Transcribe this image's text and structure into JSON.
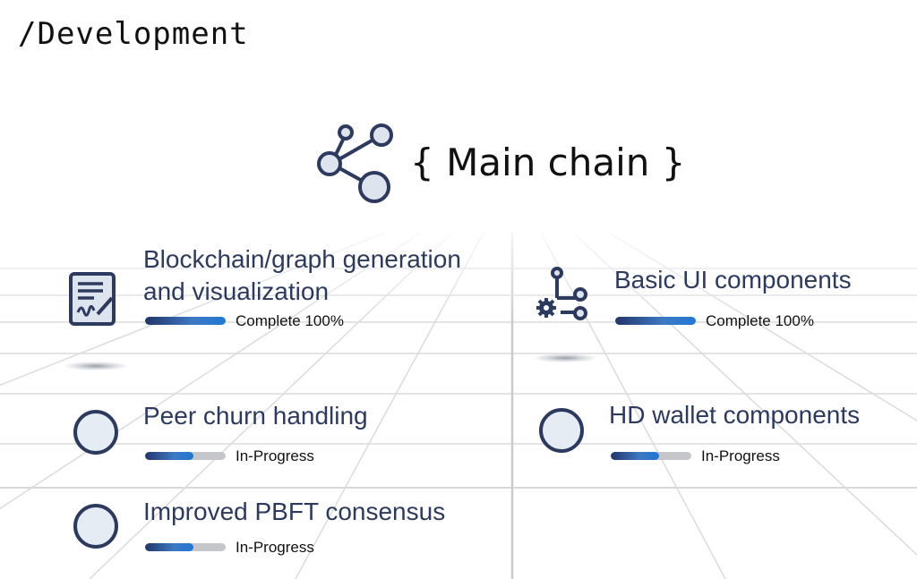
{
  "header": {
    "title": "/Development"
  },
  "section": {
    "title": "{ Main chain }",
    "icon": "share-nodes-icon"
  },
  "items": [
    {
      "title_line1": "Blockchain/graph generation",
      "title_line2": "and visualization",
      "status": "Complete 100%",
      "progress": 1.0,
      "icon": "document-signature-icon"
    },
    {
      "title_line1": "Basic UI components",
      "status": "Complete 100%",
      "progress": 1.0,
      "icon": "gear-workflow-icon"
    },
    {
      "title_line1": "Peer churn handling",
      "status": "In-Progress",
      "progress": 0.6,
      "icon": "ring-icon"
    },
    {
      "title_line1": "HD wallet components",
      "status": "In-Progress",
      "progress": 0.6,
      "icon": "ring-icon"
    },
    {
      "title_line1": "Improved PBFT consensus",
      "status": "In-Progress",
      "progress": 0.6,
      "icon": "ring-icon"
    }
  ],
  "colors": {
    "text": "#2d3a5f",
    "accent": "#1f78d6",
    "track": "#c4c6ca"
  }
}
